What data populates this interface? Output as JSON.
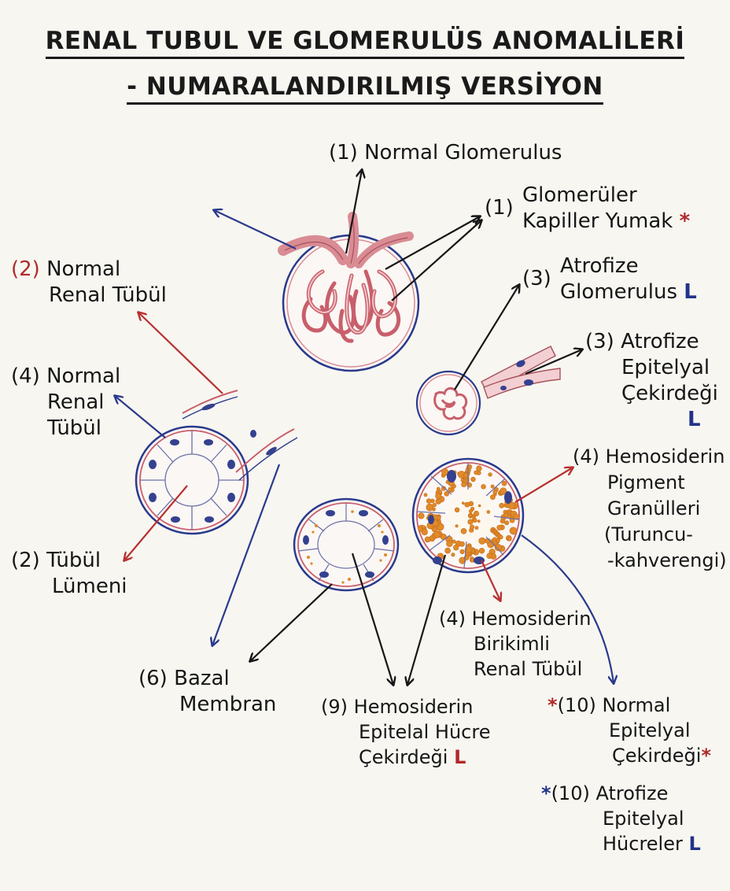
{
  "title": {
    "line1": "RENAL TUBUL VE GLOMERULÜS ANOMALİLERİ",
    "line2": "- NUMARALANDIRILMIŞ VERSİYON"
  },
  "labels": {
    "normal_glomerulus": {
      "num": "(1)",
      "l1": "Normal Glomerulus"
    },
    "capillary": {
      "num": "(1)",
      "l1": "Glomerüler",
      "l2": "Kapiller Yumak",
      "mark": "*"
    },
    "normal_tubule_red": {
      "num": "(2)",
      "l1": "Normal",
      "l2": "Renal Tübül"
    },
    "atrophic_glomerulus": {
      "num": "(3)",
      "l1": "Atrofize",
      "l2": "Glomerulus",
      "mark": "L"
    },
    "atrophic_nucleus": {
      "num": "(3)",
      "l1": "Atrofize",
      "l2": "Epitelyal",
      "l3": "Çekirdeği",
      "mark": "L"
    },
    "normal_tubule_4": {
      "num": "(4)",
      "l1": "Normal",
      "l2": "Renal",
      "l3": "Tübül"
    },
    "pigment": {
      "num": "(4)",
      "l1": "Hemosiderin",
      "l2": "Pigment",
      "l3": "Granülleri",
      "l4": "(Turuncu-",
      "l5": "-kahverengi)"
    },
    "lumen": {
      "num": "(2)",
      "l1": "Tübül",
      "l2": "Lümeni"
    },
    "hemo_tubule": {
      "num": "(4)",
      "l1": "Hemosiderin",
      "l2": "Birikimli",
      "l3": "Renal Tübül"
    },
    "basal": {
      "num": "(6)",
      "l1": "Bazal",
      "l2": "Membran"
    },
    "hemo_nucleus": {
      "num": "(9)",
      "l1": "Hemosiderin",
      "l2": "Epitelal Hücre",
      "l3": "Çekirdeği",
      "mark": "L"
    },
    "normal_nucleus": {
      "pre": "*",
      "num": "(10)",
      "l1": "Normal",
      "l2": "Epitelyal",
      "l3": "Çekirdeği",
      "mark": "*"
    },
    "atrophic_cells": {
      "pre": "*",
      "num": "(10)",
      "l1": "Atrofize",
      "l2": "Epitelyal",
      "l3": "Hücreler",
      "mark": "L"
    }
  },
  "colors": {
    "ink": "#161616",
    "red_arrow": "#b83030",
    "blue_arrow": "#2a3a8c",
    "capillary": "#d98c94",
    "hemosiderin": "#e08a2a",
    "nucleus": "#34418f"
  }
}
